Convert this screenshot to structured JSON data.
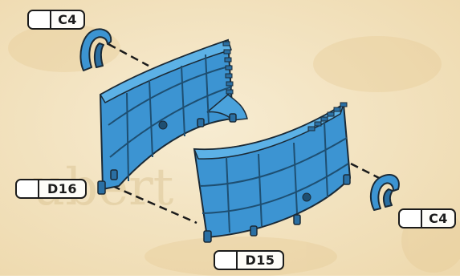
{
  "colors": {
    "background": "#f2e3bf",
    "part_fill": "#3c94d2",
    "part_light": "#5cb1e6",
    "part_dark": "#1e4f72",
    "outline": "#1b2a36"
  },
  "labels": {
    "c4_top": "C4",
    "d16": "D16",
    "d15": "D15",
    "c4_right": "C4"
  },
  "icons": [
    "clip-icon",
    "wall-panel-icon"
  ],
  "watermark": "ubert"
}
